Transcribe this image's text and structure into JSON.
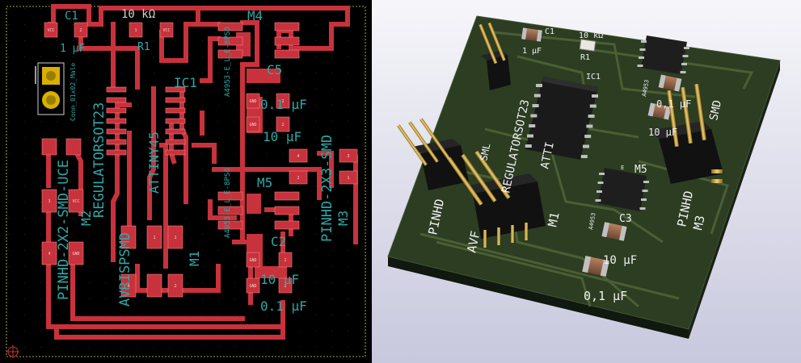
{
  "layout_view": {
    "labels": {
      "c1_top": "C1",
      "c1_value": "1 µF",
      "r1_value": "10 kΩ",
      "r1": "R1",
      "m4": "M4",
      "ic1": "IC1",
      "c5": "C5",
      "c5_value": "0.1 µF",
      "c4_value": "10 µF",
      "m5": "M5",
      "c2": "C2",
      "c2_value": "10 µF",
      "c3_value": "0.1 µF",
      "m1": "M1",
      "m2": "M2",
      "m3": "M3",
      "pinhd_left": "PINHD-2X2-SMD-UCE",
      "pinhd_right": "PINHD-2X3-SMD",
      "regulator": "REGULATORSOT23",
      "avrisp": "AVRISPSMD",
      "attiny": "ATTINY45",
      "a4953_top": "A4953-E_L_E-8PSO",
      "a4953_bottom": "A4953-E_L_E-8PSO",
      "conn": "Conn_01x02_Male"
    },
    "pad_labels": {
      "vcc": "VCC",
      "gnd": "GND",
      "n1": "1",
      "n2": "2",
      "n3": "3",
      "n4": "4"
    }
  },
  "render_view": {
    "labels": {
      "c1": "C1",
      "c1_value": "1 µF",
      "r1_value": "10 kΩ",
      "r1": "R1",
      "ic1": "IC1",
      "a4953_top": "A4953",
      "c5_value": "0,1 µF",
      "c4_value": "10 µF",
      "smd": "SMD",
      "m5": "M5",
      "m5_e": "E",
      "a4953_bottom": "A4953",
      "c3": "C3",
      "c2_value": "10 µF",
      "c3_value": "0,1 µF",
      "pinhd_right": "PINHD",
      "m3": "M3",
      "m1": "M1",
      "avr": "AVF",
      "pinhd_left": "PINHD",
      "regulator": "REGULATORSOT23",
      "atti": "ATTI",
      "sml": "SML"
    }
  }
}
